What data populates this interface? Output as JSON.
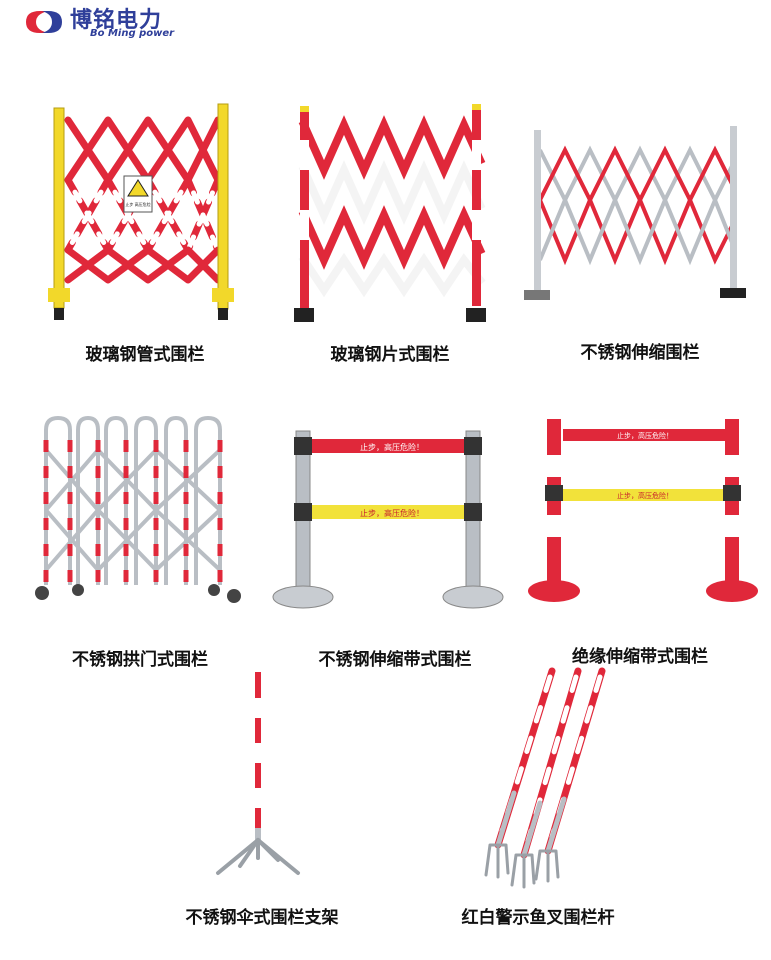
{
  "brand": {
    "name_cn": "博铭电力",
    "name_en": "Bo Ming power",
    "colors": {
      "primary": "#2f3f9a",
      "accent": "#e0283a"
    }
  },
  "products": [
    {
      "label": "玻璃钢管式围栏",
      "icon": "yellow-red-scissor-fence"
    },
    {
      "label": "玻璃钢片式围栏",
      "icon": "red-white-scissor-fence"
    },
    {
      "label": "不锈钢伸缩围栏",
      "icon": "stainless-scissor-fence"
    },
    {
      "label": "不锈钢拱门式围栏",
      "icon": "arch-scissor-fence"
    },
    {
      "label": "不锈钢伸缩带式围栏",
      "icon": "stainless-belt-posts"
    },
    {
      "label": "绝缘伸缩带式围栏",
      "icon": "red-white-belt-posts"
    },
    {
      "label": "不锈钢伞式围栏支架",
      "icon": "umbrella-stand"
    },
    {
      "label": "红白警示鱼叉围栏杆",
      "icon": "fork-poles"
    }
  ],
  "belt_text": "止步，高压危险！",
  "sign_text": "止步 高压危险",
  "colors": {
    "red": "#e0283a",
    "yellow": "#f2d82a",
    "steel": "#b9bec4",
    "white": "#ffffff"
  }
}
